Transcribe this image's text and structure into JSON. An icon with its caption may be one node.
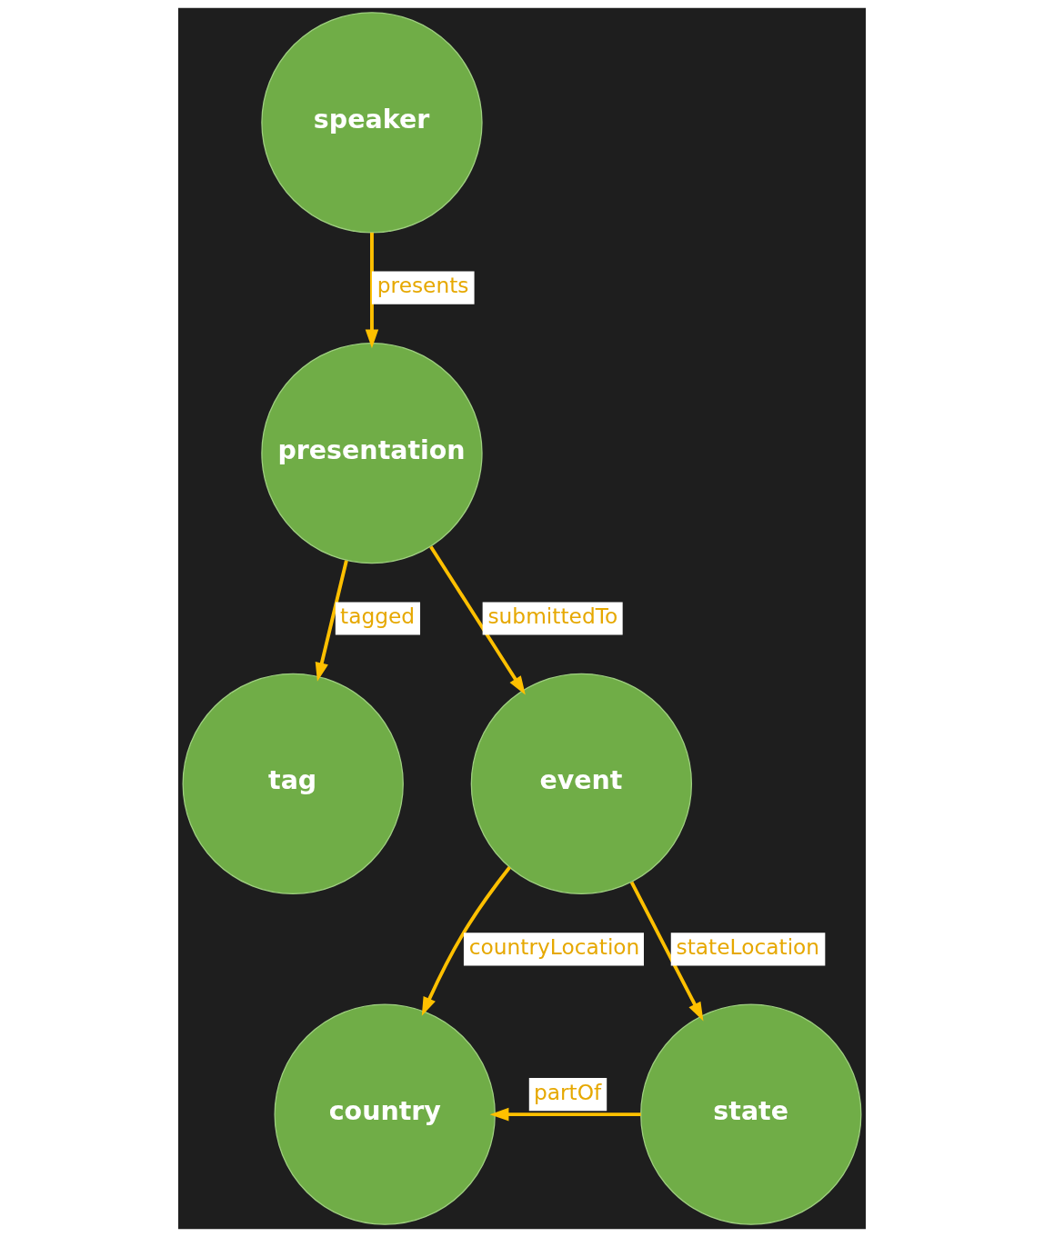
{
  "diagram": {
    "nodes": [
      {
        "text": [
          "speaker"
        ]
      },
      {
        "text": [
          "presentation"
        ]
      },
      {
        "text": [
          "tag"
        ]
      },
      {
        "text": [
          "event"
        ]
      },
      {
        "text": [
          "country"
        ]
      },
      {
        "text": [
          "state"
        ]
      }
    ],
    "edges": [
      {
        "from": 0,
        "to": 1,
        "arrow": "to",
        "label": "presents"
      },
      {
        "from": 1,
        "to": 2,
        "arrow": "to",
        "label": "tagged"
      },
      {
        "from": 1,
        "to": 3,
        "arrow": "to",
        "label": "submittedTo"
      },
      {
        "from": 3,
        "to": 4,
        "arrow": "to",
        "label": "countryLocation"
      },
      {
        "from": 3,
        "to": 5,
        "arrow": "to",
        "label": "stateLocation"
      },
      {
        "from": 5,
        "to": 4,
        "arrow": "to",
        "label": "partOf"
      }
    ]
  }
}
